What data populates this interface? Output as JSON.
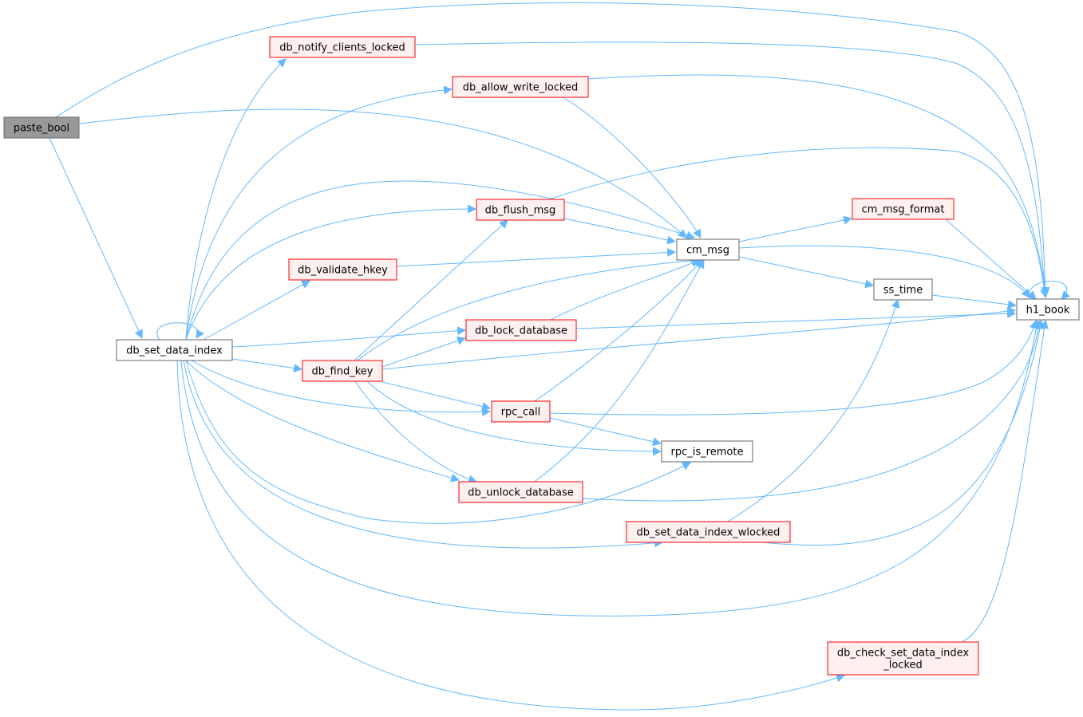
{
  "diagram": {
    "type": "doxygen call graph",
    "colors": {
      "edge": "#63b8ff",
      "root_fill": "#999999",
      "root_border": "#666666",
      "node_fill": "#ffffff",
      "plain_border": "#666666",
      "truncated_border": "#ff0000",
      "truncated_fill": "#fff0f0"
    },
    "nodes": [
      {
        "id": "paste_bool",
        "label": "paste_bool",
        "style": "root"
      },
      {
        "id": "db_set_data_index",
        "label": "db_set_data_index",
        "style": "plain"
      },
      {
        "id": "db_notify_clients_locked",
        "label": "db_notify_clients_locked",
        "style": "truncated"
      },
      {
        "id": "db_allow_write_locked",
        "label": "db_allow_write_locked",
        "style": "truncated"
      },
      {
        "id": "db_flush_msg",
        "label": "db_flush_msg",
        "style": "truncated"
      },
      {
        "id": "db_validate_hkey",
        "label": "db_validate_hkey",
        "style": "truncated"
      },
      {
        "id": "db_lock_database",
        "label": "db_lock_database",
        "style": "truncated"
      },
      {
        "id": "db_find_key",
        "label": "db_find_key",
        "style": "truncated"
      },
      {
        "id": "rpc_call",
        "label": "rpc_call",
        "style": "truncated"
      },
      {
        "id": "db_unlock_database",
        "label": "db_unlock_database",
        "style": "truncated"
      },
      {
        "id": "cm_msg",
        "label": "cm_msg",
        "style": "plain"
      },
      {
        "id": "rpc_is_remote",
        "label": "rpc_is_remote",
        "style": "plain"
      },
      {
        "id": "db_set_data_index_wlocked",
        "label": "db_set_data_index_wlocked",
        "style": "truncated"
      },
      {
        "id": "cm_msg_format",
        "label": "cm_msg_format",
        "style": "truncated"
      },
      {
        "id": "ss_time",
        "label": "ss_time",
        "style": "plain"
      },
      {
        "id": "db_check_set_data_index_locked",
        "label": "db_check_set_data_index\n_locked",
        "style": "truncated"
      },
      {
        "id": "h1_book",
        "label": "h1_book",
        "style": "plain"
      }
    ],
    "edges": [
      {
        "from": "paste_bool",
        "to": "h1_book"
      },
      {
        "from": "paste_bool",
        "to": "cm_msg"
      },
      {
        "from": "paste_bool",
        "to": "db_set_data_index"
      },
      {
        "from": "db_set_data_index",
        "to": "db_set_data_index"
      },
      {
        "from": "db_set_data_index",
        "to": "db_notify_clients_locked"
      },
      {
        "from": "db_set_data_index",
        "to": "db_allow_write_locked"
      },
      {
        "from": "db_set_data_index",
        "to": "cm_msg"
      },
      {
        "from": "db_set_data_index",
        "to": "db_flush_msg"
      },
      {
        "from": "db_set_data_index",
        "to": "db_validate_hkey"
      },
      {
        "from": "db_set_data_index",
        "to": "db_lock_database"
      },
      {
        "from": "db_set_data_index",
        "to": "db_find_key"
      },
      {
        "from": "db_set_data_index",
        "to": "rpc_call"
      },
      {
        "from": "db_set_data_index",
        "to": "db_unlock_database"
      },
      {
        "from": "db_set_data_index",
        "to": "rpc_is_remote"
      },
      {
        "from": "db_set_data_index",
        "to": "db_set_data_index_wlocked"
      },
      {
        "from": "db_set_data_index",
        "to": "h1_book"
      },
      {
        "from": "db_set_data_index",
        "to": "db_check_set_data_index_locked"
      },
      {
        "from": "db_notify_clients_locked",
        "to": "h1_book"
      },
      {
        "from": "db_allow_write_locked",
        "to": "h1_book"
      },
      {
        "from": "db_allow_write_locked",
        "to": "cm_msg"
      },
      {
        "from": "db_flush_msg",
        "to": "h1_book"
      },
      {
        "from": "db_flush_msg",
        "to": "cm_msg"
      },
      {
        "from": "db_validate_hkey",
        "to": "cm_msg"
      },
      {
        "from": "db_find_key",
        "to": "db_flush_msg"
      },
      {
        "from": "db_find_key",
        "to": "cm_msg"
      },
      {
        "from": "db_find_key",
        "to": "db_lock_database"
      },
      {
        "from": "db_find_key",
        "to": "h1_book"
      },
      {
        "from": "db_find_key",
        "to": "rpc_call"
      },
      {
        "from": "db_find_key",
        "to": "rpc_is_remote"
      },
      {
        "from": "db_find_key",
        "to": "db_unlock_database"
      },
      {
        "from": "db_lock_database",
        "to": "cm_msg"
      },
      {
        "from": "db_lock_database",
        "to": "h1_book"
      },
      {
        "from": "rpc_call",
        "to": "cm_msg"
      },
      {
        "from": "rpc_call",
        "to": "h1_book"
      },
      {
        "from": "rpc_call",
        "to": "rpc_is_remote"
      },
      {
        "from": "db_unlock_database",
        "to": "cm_msg"
      },
      {
        "from": "db_unlock_database",
        "to": "h1_book"
      },
      {
        "from": "cm_msg",
        "to": "cm_msg_format"
      },
      {
        "from": "cm_msg",
        "to": "h1_book"
      },
      {
        "from": "cm_msg",
        "to": "ss_time"
      },
      {
        "from": "cm_msg_format",
        "to": "h1_book"
      },
      {
        "from": "ss_time",
        "to": "h1_book"
      },
      {
        "from": "db_set_data_index_wlocked",
        "to": "ss_time"
      },
      {
        "from": "db_set_data_index_wlocked",
        "to": "h1_book"
      },
      {
        "from": "db_check_set_data_index_locked",
        "to": "h1_book"
      },
      {
        "from": "h1_book",
        "to": "h1_book"
      }
    ]
  }
}
